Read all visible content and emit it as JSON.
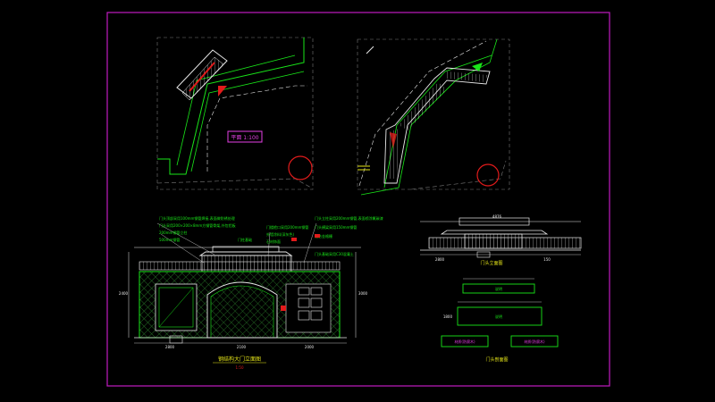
{
  "colors": {
    "background": "#000000",
    "frame": "#c01cc0",
    "line_green": "#19e619",
    "line_white": "#e8e8e8",
    "line_magenta": "#e640e6",
    "line_red": "#e11b1b",
    "text_yellow": "#e6e619",
    "hatch": "#2a7d2a"
  },
  "labels": {
    "plan_left_tag": "平面 1:100",
    "front_title": "钢结构大门立面图",
    "front_scale": "1:50",
    "left_view": "门头立面图",
    "section": "门头剖面图",
    "dim_total": "4876",
    "dim_mid": "2800",
    "dim_a": "2800",
    "dim_b": "2100",
    "dim_c": "2000",
    "dim_d": "150",
    "side_dim_1": "2400",
    "side_dim_2": "3000",
    "side_dim_3": "1800",
    "box_1": "说明",
    "box_2": "说明",
    "box_3": "材质(防腐木)",
    "box_4": "材质(防腐木)"
  },
  "notes_left": [
    "门头顶部采用100mm钢管焊接,表面做防锈处理",
    "门头采用200×200×8mm方钢管骨架,外包铝板",
    "200mm钢管立柱",
    "500mm钢管",
    "门柱基础"
  ],
  "notes_mid": [
    "门楼檐口采用200mm钢管",
    "外墙涂料(深灰色)",
    "石材饰面"
  ],
  "notes_right": [
    "门头立柱采用200mm钢管,表面喷涂氟碳漆",
    "门头横梁采用150mm钢管",
    "铝合金格栅",
    "门头基础采用C30混凝土"
  ]
}
